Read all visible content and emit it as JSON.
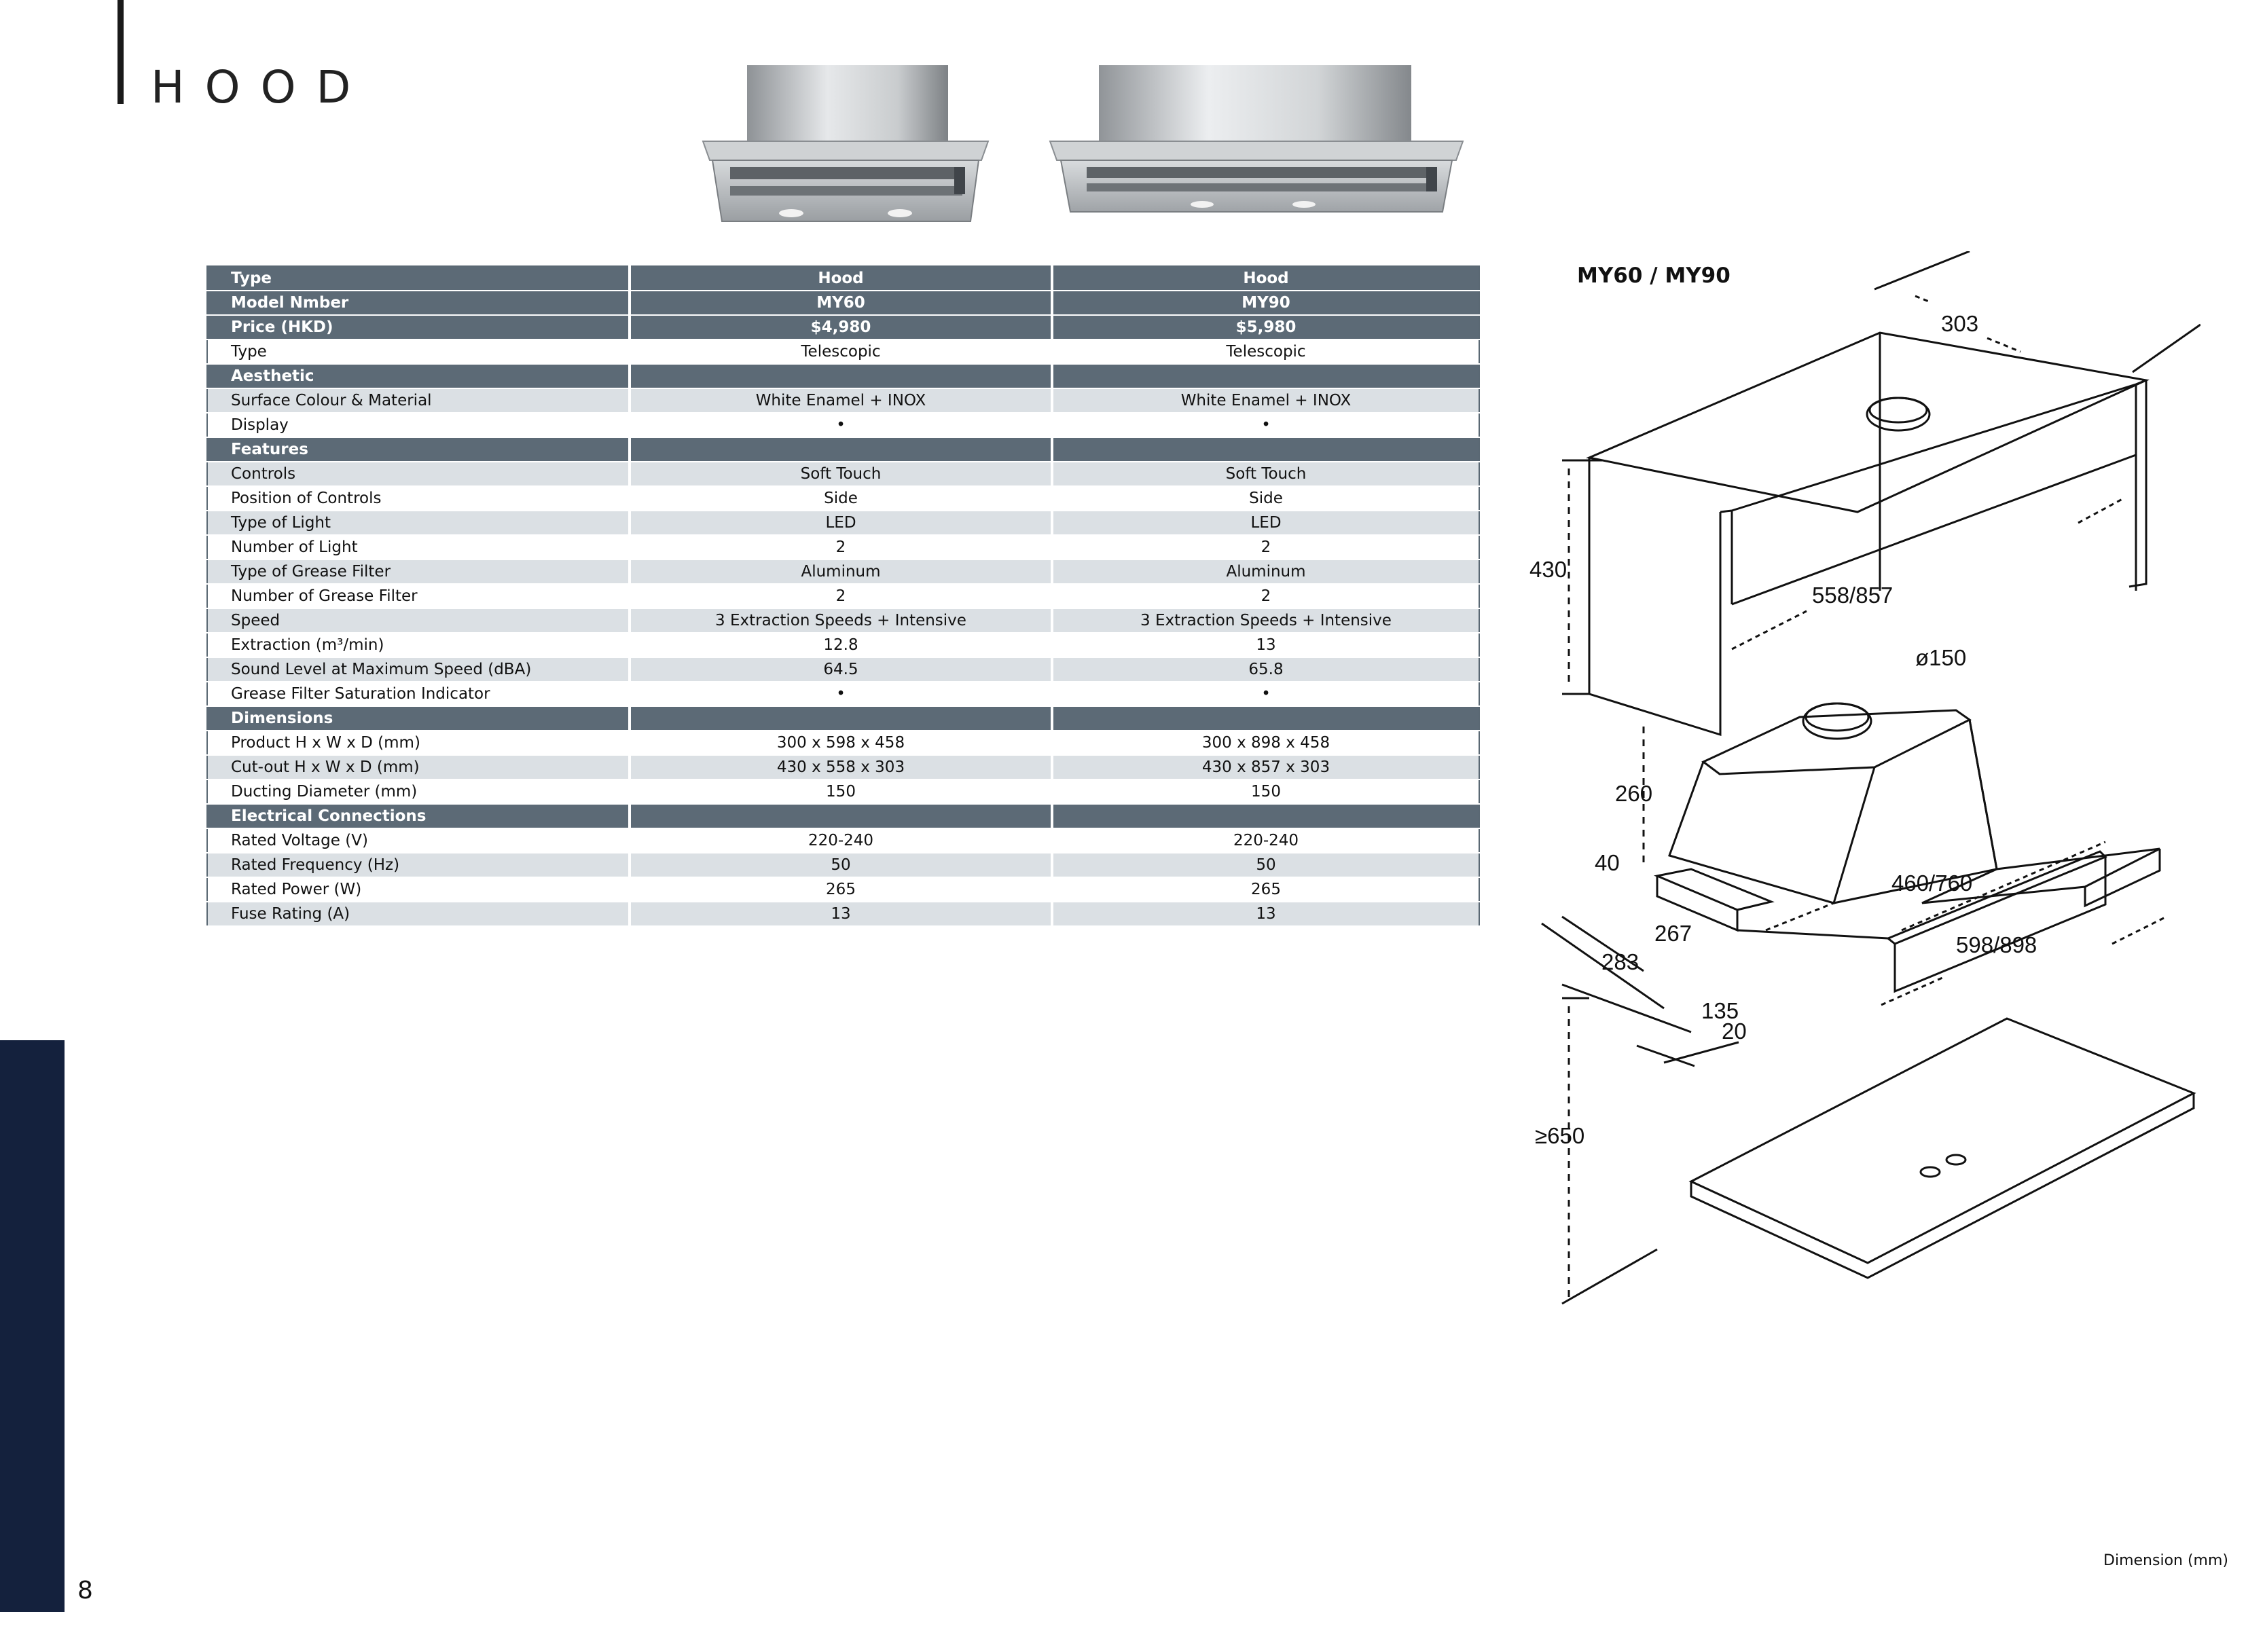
{
  "header": {
    "title": "HOOD"
  },
  "products": [
    {
      "name": "MY60 hood photo",
      "model": "MY60"
    },
    {
      "name": "MY90 hood photo",
      "model": "MY90"
    }
  ],
  "table": {
    "rows": [
      {
        "style": "head",
        "cells": [
          "Type",
          "Hood",
          "Hood"
        ]
      },
      {
        "style": "head",
        "cells": [
          "Model Nmber",
          "MY60",
          "MY90"
        ]
      },
      {
        "style": "head",
        "cells": [
          "Price (HKD)",
          "$4,980",
          "$5,980"
        ]
      },
      {
        "style": "r-white",
        "cells": [
          "Type",
          "Telescopic",
          "Telescopic"
        ]
      },
      {
        "style": "sec",
        "cells": [
          "Aesthetic",
          "",
          ""
        ]
      },
      {
        "style": "r-grey",
        "cells": [
          "Surface Colour & Material",
          "White Enamel + INOX",
          "White Enamel + INOX"
        ]
      },
      {
        "style": "r-white",
        "cells": [
          "Display",
          "•",
          "•"
        ]
      },
      {
        "style": "sec",
        "cells": [
          "Features",
          "",
          ""
        ]
      },
      {
        "style": "r-grey",
        "cells": [
          "Controls",
          "Soft Touch",
          "Soft Touch"
        ]
      },
      {
        "style": "r-white",
        "cells": [
          "Position of Controls",
          "Side",
          "Side"
        ]
      },
      {
        "style": "r-grey",
        "cells": [
          "Type of Light",
          "LED",
          "LED"
        ]
      },
      {
        "style": "r-white",
        "cells": [
          "Number of Light",
          "2",
          "2"
        ]
      },
      {
        "style": "r-grey",
        "cells": [
          "Type of Grease Filter",
          "Aluminum",
          "Aluminum"
        ]
      },
      {
        "style": "r-white",
        "cells": [
          "Number of Grease Filter",
          "2",
          "2"
        ]
      },
      {
        "style": "r-grey",
        "cells": [
          "Speed",
          "3 Extraction Speeds + Intensive",
          "3 Extraction Speeds + Intensive"
        ]
      },
      {
        "style": "r-white",
        "cells": [
          "Extraction (m³/min)",
          "12.8",
          "13"
        ]
      },
      {
        "style": "r-grey",
        "cells": [
          "Sound Level at Maximum Speed (dBA)",
          "64.5",
          "65.8"
        ]
      },
      {
        "style": "r-white",
        "cells": [
          "Grease Filter Saturation Indicator",
          "•",
          "•"
        ]
      },
      {
        "style": "sec",
        "cells": [
          "Dimensions",
          "",
          ""
        ]
      },
      {
        "style": "r-white",
        "cells": [
          "Product H x W x D (mm)",
          "300 x 598 x 458",
          "300 x 898 x 458"
        ]
      },
      {
        "style": "r-grey",
        "cells": [
          "Cut-out H x W x D (mm)",
          "430 x 558 x 303",
          "430 x 857 x 303"
        ]
      },
      {
        "style": "r-white",
        "cells": [
          "Ducting Diameter (mm)",
          "150",
          "150"
        ]
      },
      {
        "style": "sec",
        "cells": [
          "Electrical Connections",
          "",
          ""
        ]
      },
      {
        "style": "r-white",
        "cells": [
          "Rated Voltage (V)",
          "220-240",
          "220-240"
        ]
      },
      {
        "style": "r-grey",
        "cells": [
          "Rated Frequency (Hz)",
          "50",
          "50"
        ]
      },
      {
        "style": "r-white",
        "cells": [
          "Rated Power (W)",
          "265",
          "265"
        ]
      },
      {
        "style": "r-grey",
        "cells": [
          "Fuse Rating (A)",
          "13",
          "13"
        ]
      }
    ]
  },
  "diagram": {
    "title": "MY60 / MY90",
    "labels": {
      "d303": "303",
      "d430": "430",
      "d558": "558/857",
      "d150": "ø150",
      "d260": "260",
      "d40": "40",
      "d460": "460/760",
      "d267": "267",
      "d283": "283",
      "d598": "598/898",
      "d135": "135",
      "d20": "20",
      "d650": "≥650"
    },
    "note": "Dimension (mm)"
  },
  "footer": {
    "page_number": "8"
  }
}
